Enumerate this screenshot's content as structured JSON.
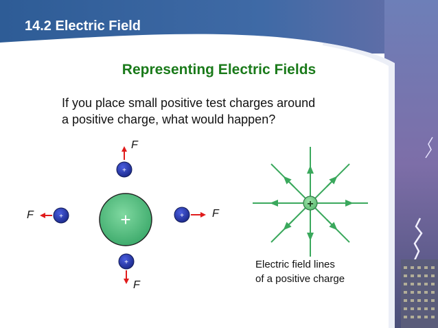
{
  "header": {
    "title": "14.2 Electric Field"
  },
  "slide": {
    "subtitle": "Representing Electric Fields",
    "question_line1": "If you place small positive test charges around",
    "question_line2": "a positive charge, what would happen?"
  },
  "figure_left": {
    "central_charge_sign": "+",
    "test_charge_sign": "+",
    "force_label": "F"
  },
  "figure_right": {
    "charge_sign": "+",
    "caption_line1": "Electric field lines",
    "caption_line2": "of a positive charge"
  },
  "colors": {
    "header_blue": "#2f5f9a",
    "title_green": "#1a7a1a",
    "charge_green": "#4dbb7a",
    "test_charge_blue": "#2233aa",
    "force_red": "#e01b1b",
    "field_line_green": "#3aa85c"
  }
}
